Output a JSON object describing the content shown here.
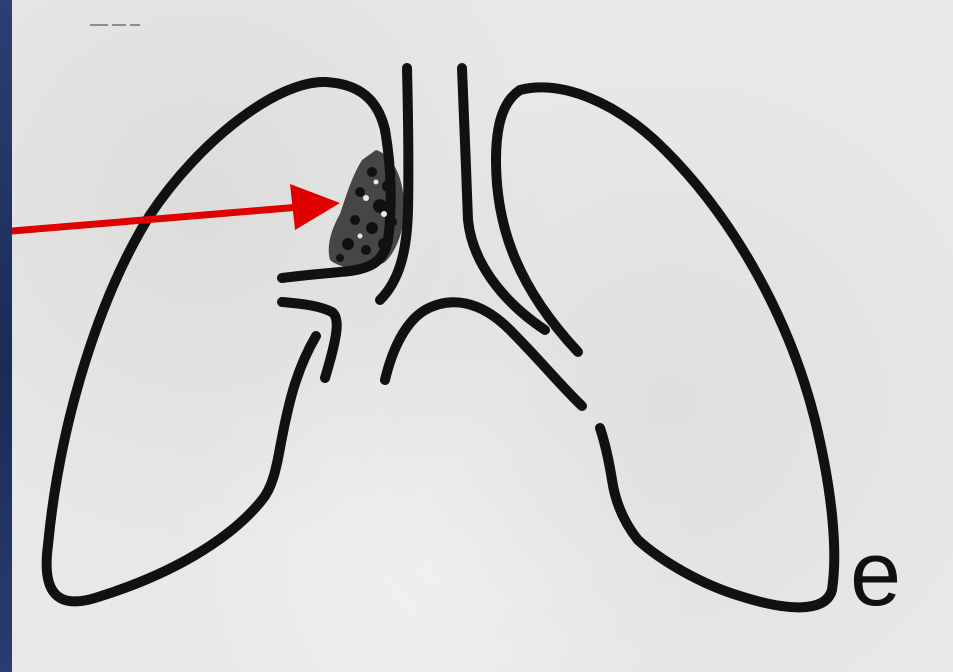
{
  "panel_letter": "e",
  "colors": {
    "outline": "#111111",
    "arrow": "#e00000",
    "background": "#e8e8e6",
    "slide_edge": "#1f2f5e"
  },
  "icons": {
    "arrow": "red-arrow-pointer",
    "lesion": "stippled-mass"
  }
}
